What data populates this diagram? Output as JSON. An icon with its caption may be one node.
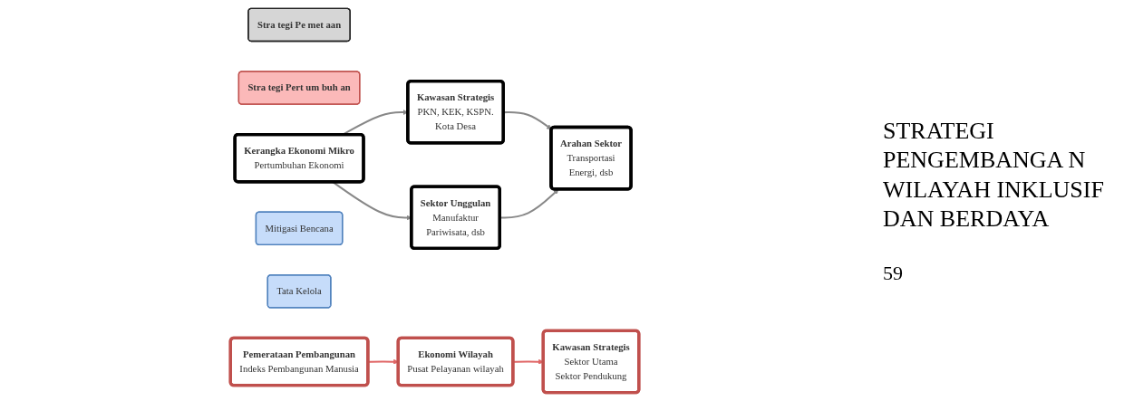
{
  "diagram": {
    "nodes": [
      {
        "text": [
          "Stra tegi Pe met aan"
        ]
      },
      {
        "text": [
          "Stra tegi Pert um buh an"
        ]
      },
      {
        "text": [
          "Kerangka Ekonomi Mikro",
          "Pertumbuhan Ekonomi"
        ]
      },
      {
        "text": [
          "Mitigasi Bencana"
        ]
      },
      {
        "text": [
          "Kawasan Strategis",
          "PKN, KEK, KSPN.",
          "Kota Desa"
        ]
      },
      {
        "text": [
          "Sektor Unggulan",
          "Manufaktur",
          "Pariwisata, dsb"
        ]
      },
      {
        "text": [
          "Arahan Sektor",
          "Transportasi",
          "Energi, dsb"
        ]
      },
      {
        "text": [
          "Tata Kelola"
        ]
      },
      {
        "text": [
          "Pemerataan Pembangunan",
          "Indeks Pembangunan Manusia"
        ]
      },
      {
        "text": [
          "Ekonomi Wilayah",
          "Pusat Pelayanan wilayah"
        ]
      },
      {
        "text": [
          "Kawasan Strategis",
          "Sektor Utama",
          "Sektor Pendukung"
        ]
      }
    ],
    "edges": [
      {
        "from": 2,
        "to": 4,
        "arrow": "to"
      },
      {
        "from": 2,
        "to": 5,
        "arrow": "to"
      },
      {
        "from": 4,
        "to": 6,
        "arrow": "to"
      },
      {
        "from": 5,
        "to": 6,
        "arrow": "to"
      },
      {
        "from": 8,
        "to": 9,
        "arrow": "to",
        "color": "#e06666"
      },
      {
        "from": 9,
        "to": 10,
        "arrow": "to",
        "color": "#e06666"
      }
    ],
    "labels": [
      "STRATEGI PENGEMBANGA N WILAYAH INKLUSIF DAN BERDAYA",
      "59"
    ]
  }
}
